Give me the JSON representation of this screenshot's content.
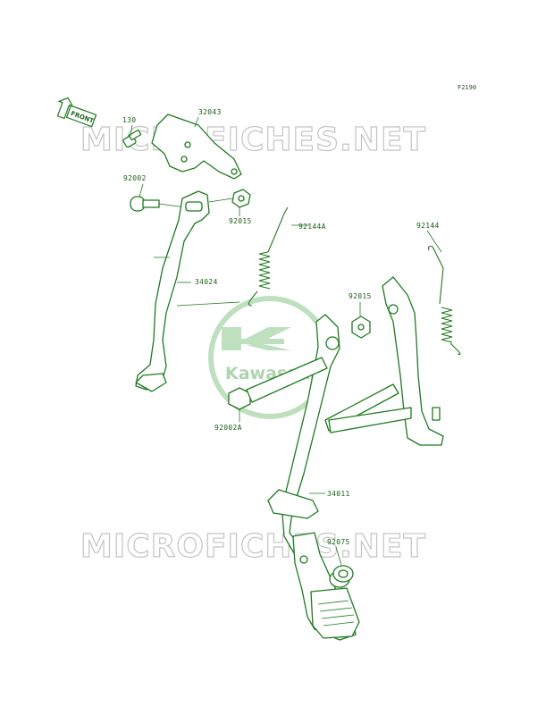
{
  "figure_code": "F2190",
  "watermark": "MICROFICHES.NET",
  "logo_text": "Kawasaki",
  "front_label": "FRONT",
  "callouts": {
    "p130": "130",
    "p32043": "32043",
    "p92002": "92002",
    "p92015a": "92015",
    "p92144A": "92144A",
    "p92144": "92144",
    "p34024": "34024",
    "p92015b": "92015",
    "p92002A": "92002A",
    "p34011": "34011",
    "p92075": "92075"
  },
  "colors": {
    "line": "#1f7a1f",
    "text": "#1a5e1a",
    "watermark": "#c4c4c4",
    "logo": "#bfe0bf"
  }
}
